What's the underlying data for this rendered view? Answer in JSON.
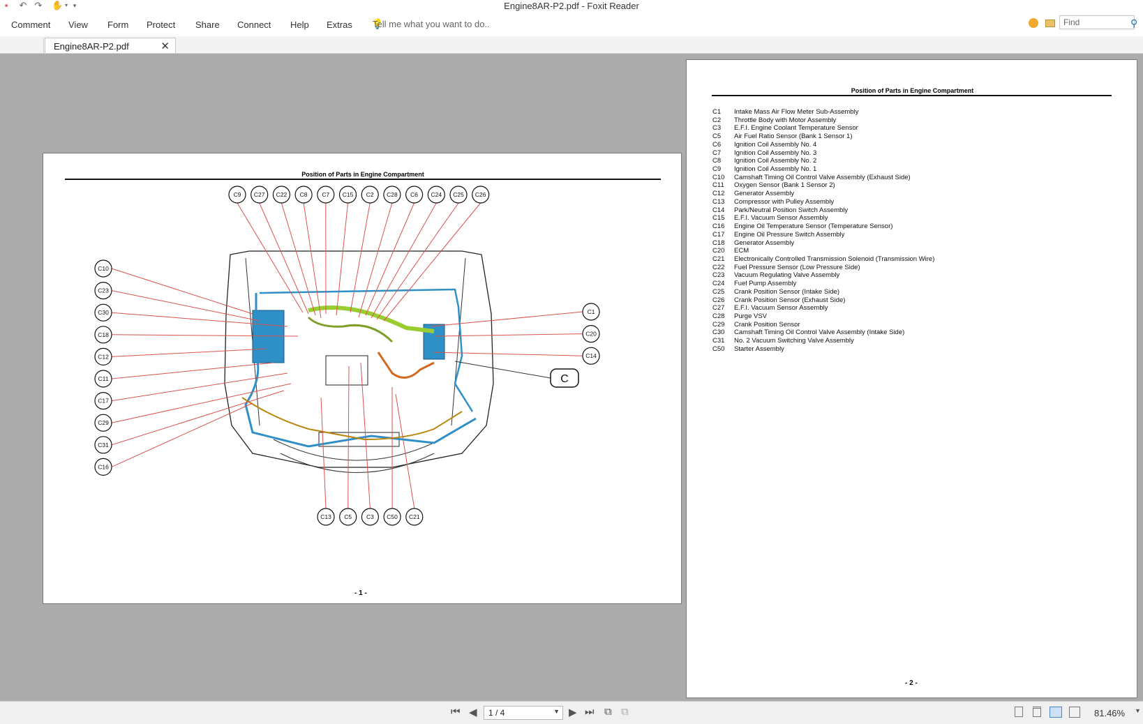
{
  "window": {
    "title": "Engine8AR-P2.pdf - Foxit Reader"
  },
  "menu": {
    "items": [
      "Comment",
      "View",
      "Form",
      "Protect",
      "Share",
      "Connect",
      "Help",
      "Extras"
    ]
  },
  "tellme": {
    "placeholder": "Tell me what you want to do.."
  },
  "find": {
    "placeholder": "Find"
  },
  "tab": {
    "label": "Engine8AR-P2.pdf"
  },
  "page1": {
    "title": "Position of Parts in Engine Compartment",
    "top_connectors": [
      "C9",
      "C27",
      "C22",
      "C8",
      "C7",
      "C15",
      "C2",
      "C28",
      "C6",
      "C24",
      "C25",
      "C26"
    ],
    "left_connectors": [
      "C10",
      "C23",
      "C30",
      "C18",
      "C12",
      "C11",
      "C17",
      "C29",
      "C31",
      "C16"
    ],
    "right_connectors": [
      "C1",
      "C20",
      "C14"
    ],
    "bottom_connectors": [
      "C13",
      "C5",
      "C3",
      "C50",
      "C21"
    ],
    "callout": "C",
    "page_number": "- 1 -"
  },
  "page2": {
    "title": "Position of Parts in Engine Compartment",
    "legend": [
      {
        "code": "C1",
        "desc": "Intake Mass Air Flow Meter Sub-Assembly"
      },
      {
        "code": "C2",
        "desc": "Throttle Body with Motor Assembly"
      },
      {
        "code": "C3",
        "desc": "E.F.I. Engine Coolant Temperature Sensor"
      },
      {
        "code": "C5",
        "desc": "Air Fuel Ratio Sensor (Bank 1 Sensor 1)"
      },
      {
        "code": "C6",
        "desc": "Ignition Coil Assembly No. 4"
      },
      {
        "code": "C7",
        "desc": "Ignition Coil Assembly No. 3"
      },
      {
        "code": "C8",
        "desc": "Ignition Coil Assembly No. 2"
      },
      {
        "code": "C9",
        "desc": "Ignition Coil Assembly No. 1"
      },
      {
        "code": "C10",
        "desc": "Camshaft Timing Oil Control Valve Assembly (Exhaust Side)"
      },
      {
        "code": "C11",
        "desc": "Oxygen Sensor (Bank 1 Sensor 2)"
      },
      {
        "code": "C12",
        "desc": "Generator Assembly"
      },
      {
        "code": "C13",
        "desc": "Compressor with Pulley Assembly"
      },
      {
        "code": "C14",
        "desc": "Park/Neutral Position Switch Assembly"
      },
      {
        "code": "C15",
        "desc": "E.F.I. Vacuum Sensor Assembly"
      },
      {
        "code": "C16",
        "desc": "Engine Oil Temperature Sensor (Temperature Sensor)"
      },
      {
        "code": "C17",
        "desc": "Engine Oil Pressure Switch Assembly"
      },
      {
        "code": "C18",
        "desc": "Generator Assembly"
      },
      {
        "code": "C20",
        "desc": "ECM"
      },
      {
        "code": "C21",
        "desc": "Electronically Controlled Transmission Solenoid (Transmission Wire)"
      },
      {
        "code": "C22",
        "desc": "Fuel Pressure Sensor (Low Pressure Side)"
      },
      {
        "code": "C23",
        "desc": "Vacuum Regulating Valve Assembly"
      },
      {
        "code": "C24",
        "desc": "Fuel Pump Assembly"
      },
      {
        "code": "C25",
        "desc": "Crank Position Sensor (Intake Side)"
      },
      {
        "code": "C26",
        "desc": "Crank Position Sensor (Exhaust Side)"
      },
      {
        "code": "C27",
        "desc": "E.F.I. Vacuum Sensor Assembly"
      },
      {
        "code": "C28",
        "desc": "Purge VSV"
      },
      {
        "code": "C29",
        "desc": "Crank Position Sensor"
      },
      {
        "code": "C30",
        "desc": "Camshaft Timing Oil Control Valve Assembly (Intake Side)"
      },
      {
        "code": "C31",
        "desc": "No. 2 Vacuum Switching Valve Assembly"
      },
      {
        "code": "C50",
        "desc": "Starter Assembly"
      }
    ],
    "page_number": "- 2 -"
  },
  "status": {
    "page_indicator": "1 / 4",
    "zoom": "81.46%"
  },
  "colors": {
    "leader": "#d9534f",
    "harness_blue": "#2f8fc7",
    "harness_green": "#9acd32",
    "harness_orange": "#d2691e"
  }
}
